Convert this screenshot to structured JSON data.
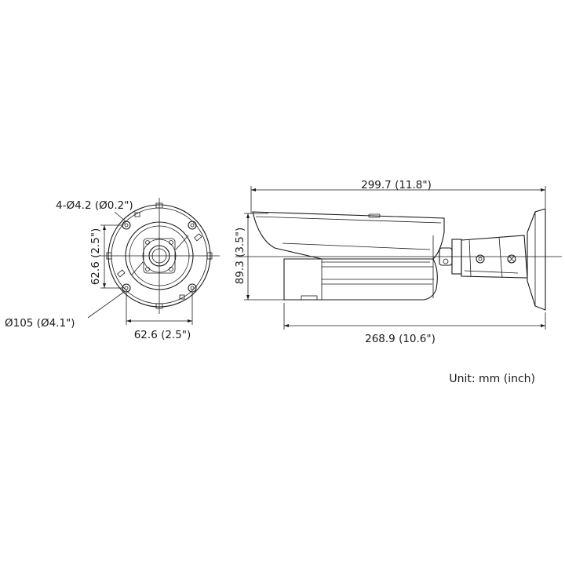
{
  "front_view": {
    "hole_callout": "4-Ø4.2 (Ø0.2\")",
    "diameter_callout": "Ø105 (Ø4.1\")",
    "vertical_spacing": "62.6 (2.5\")",
    "horizontal_spacing": "62.6 (2.5\")"
  },
  "side_view": {
    "overall_length": "299.7 (11.8\")",
    "body_length": "268.9 (10.6\")",
    "height": "89.3 (3.5\")"
  },
  "unit_note": "Unit: mm (inch)"
}
